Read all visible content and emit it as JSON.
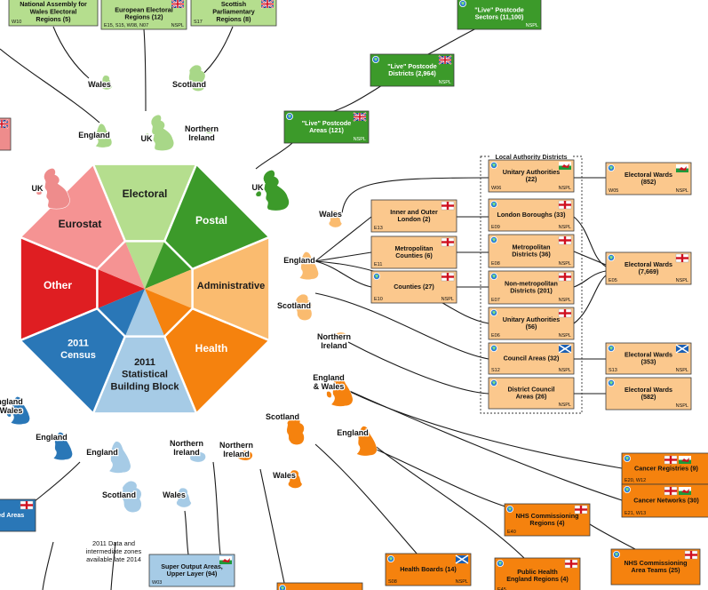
{
  "octagon": {
    "segments": [
      {
        "key": "electoral",
        "label": "Electoral",
        "color": "#b5de8e"
      },
      {
        "key": "postal",
        "label": "Postal",
        "color": "#3c9a2a"
      },
      {
        "key": "administrative",
        "label": "Administrative",
        "color": "#fabb6f"
      },
      {
        "key": "health",
        "label": "Health",
        "color": "#f5820e"
      },
      {
        "key": "sbb",
        "label": "2011 Statistical Building Block",
        "color": "#a6cbe6"
      },
      {
        "key": "census",
        "label": "2011 Census",
        "color": "#2a77b7"
      },
      {
        "key": "other",
        "label": "Other",
        "color": "#df1e22"
      },
      {
        "key": "eurostat",
        "label": "Eurostat",
        "color": "#f59393"
      }
    ]
  },
  "maps": [
    {
      "name": "wales-electoral",
      "label": "Wales",
      "color": "#a8d788"
    },
    {
      "name": "scotland-electoral",
      "label": "Scotland",
      "color": "#a8d788"
    },
    {
      "name": "england-electoral",
      "label": "England",
      "color": "#a8d788"
    },
    {
      "name": "uk-electoral",
      "label": "UK",
      "color": "#a8d788"
    },
    {
      "name": "ni-electoral",
      "label": "Northern Ireland",
      "color": "#a8d788"
    },
    {
      "name": "uk-eurostat",
      "label": "UK",
      "color": "#ee8c8c"
    },
    {
      "name": "uk-postal",
      "label": "UK",
      "color": "#3c9a2a"
    },
    {
      "name": "wales-admin",
      "label": "Wales",
      "color": "#fabb6f"
    },
    {
      "name": "england-admin",
      "label": "England",
      "color": "#fabb6f"
    },
    {
      "name": "scotland-admin",
      "label": "Scotland",
      "color": "#fabb6f"
    },
    {
      "name": "ni-admin",
      "label": "Northern Ireland",
      "color": "#fabb6f"
    },
    {
      "name": "england-wales-health",
      "label": "England & Wales",
      "color": "#f5820e"
    },
    {
      "name": "scotland-health",
      "label": "Scotland",
      "color": "#f5820e"
    },
    {
      "name": "england-health",
      "label": "England",
      "color": "#f5820e"
    },
    {
      "name": "ni-health",
      "label": "Northern Ireland",
      "color": "#f5820e"
    },
    {
      "name": "wales-health",
      "label": "Wales",
      "color": "#f5820e"
    },
    {
      "name": "england-census",
      "label": "England",
      "color": "#2a77b7"
    },
    {
      "name": "england-wales-census",
      "label": "England & Wales",
      "color": "#2a77b7"
    },
    {
      "name": "england-sbb",
      "label": "England",
      "color": "#a6cbe6"
    },
    {
      "name": "scotland-sbb",
      "label": "Scotland",
      "color": "#a6cbe6"
    },
    {
      "name": "ni-sbb",
      "label": "Northern Ireland",
      "color": "#a6cbe6"
    },
    {
      "name": "wales-sbb",
      "label": "Wales",
      "color": "#a6cbe6"
    }
  ],
  "boxes": [
    {
      "name": "national-assembly-wales-box",
      "title": "National Assembly for Wales Electoral Regions (5)",
      "code": "W10",
      "src": "",
      "fill": "#b5de8e",
      "flag": "",
      "globe": false
    },
    {
      "name": "european-electoral-regions-box",
      "title": "European Electoral Regions (12)",
      "code": "E15, S15, W08, N07",
      "src": "NSPL",
      "fill": "#b5de8e",
      "flag": "uk",
      "globe": false
    },
    {
      "name": "scottish-parliamentary-regions-box",
      "title": "Scottish Parliamentary Regions (8)",
      "code": "S17",
      "src": "",
      "fill": "#b5de8e",
      "flag": "uk",
      "globe": false
    },
    {
      "name": "live-postcode-sectors-box",
      "title": "\"Live\" Postcode Sectors (11,100)",
      "code": "",
      "src": "NSPL",
      "fill": "#3c9a2a",
      "flag": "",
      "globe": true
    },
    {
      "name": "live-postcode-districts-box",
      "title": "\"Live\" Postcode Districts (2,964)",
      "code": "",
      "src": "NSPL",
      "fill": "#3c9a2a",
      "flag": "uk",
      "globe": true
    },
    {
      "name": "live-postcode-areas-box",
      "title": "\"Live\" Postcode Areas (121)",
      "code": "",
      "src": "NSPL",
      "fill": "#3c9a2a",
      "flag": "uk",
      "globe": true
    },
    {
      "name": "unitary-authorities-wales-box",
      "title": "Unitary Authorities (22)",
      "code": "W06",
      "src": "NSPL",
      "fill": "#fbc88d",
      "flag": "wales",
      "globe": true
    },
    {
      "name": "inner-outer-london-box",
      "title": "Inner and Outer London (2)",
      "code": "E13",
      "src": "",
      "fill": "#fbc88d",
      "flag": "england",
      "globe": false
    },
    {
      "name": "london-boroughs-box",
      "title": "London Boroughs (33)",
      "code": "E09",
      "src": "NSPL",
      "fill": "#fbc88d",
      "flag": "england",
      "globe": true
    },
    {
      "name": "metropolitan-counties-box",
      "title": "Metropolitan Counties (6)",
      "code": "E11",
      "src": "",
      "fill": "#fbc88d",
      "flag": "england",
      "globe": false
    },
    {
      "name": "metropolitan-districts-box",
      "title": "Metropolitan Districts (36)",
      "code": "E08",
      "src": "NSPL",
      "fill": "#fbc88d",
      "flag": "england",
      "globe": true
    },
    {
      "name": "counties-box",
      "title": "Counties (27)",
      "code": "E10",
      "src": "NSPL",
      "fill": "#fbc88d",
      "flag": "england",
      "globe": true
    },
    {
      "name": "non-metropolitan-districts-box",
      "title": "Non-metropolitan Districts (201)",
      "code": "E07",
      "src": "NSPL",
      "fill": "#fbc88d",
      "flag": "england",
      "globe": true
    },
    {
      "name": "unitary-authorities-england-box",
      "title": "Unitary Authorities (56)",
      "code": "E06",
      "src": "NSPL",
      "fill": "#fbc88d",
      "flag": "england",
      "globe": true
    },
    {
      "name": "council-areas-box",
      "title": "Council Areas (32)",
      "code": "S12",
      "src": "NSPL",
      "fill": "#fbc88d",
      "flag": "scotland",
      "globe": true
    },
    {
      "name": "district-council-areas-box",
      "title": "District Council Areas (26)",
      "code": "",
      "src": "NSPL",
      "fill": "#fbc88d",
      "flag": "",
      "globe": true
    },
    {
      "name": "electoral-wards-852-box",
      "title": "Electoral Wards (852)",
      "code": "W05",
      "src": "NSPL",
      "fill": "#fbc88d",
      "flag": "wales",
      "globe": true
    },
    {
      "name": "electoral-wards-7669-box",
      "title": "Electoral Wards (7,669)",
      "code": "E05",
      "src": "NSPL",
      "fill": "#fbc88d",
      "flag": "england",
      "globe": true
    },
    {
      "name": "electoral-wards-353-box",
      "title": "Electoral Wards (353)",
      "code": "S13",
      "src": "NSPL",
      "fill": "#fbc88d",
      "flag": "scotland",
      "globe": true
    },
    {
      "name": "electoral-wards-582-box",
      "title": "Electoral Wards (582)",
      "code": "",
      "src": "NSPL",
      "fill": "#fbc88d",
      "flag": "",
      "globe": true
    },
    {
      "name": "cancer-registries-box",
      "title": "Cancer Registries (9)",
      "code": "E20, W12",
      "src": "",
      "fill": "#f5820e",
      "flag": "ew",
      "globe": true
    },
    {
      "name": "cancer-networks-box",
      "title": "Cancer Networks (30)",
      "code": "E21, W13",
      "src": "",
      "fill": "#f5820e",
      "flag": "ew",
      "globe": true
    },
    {
      "name": "nhs-commissioning-regions-box",
      "title": "NHS Commissioning Regions (4)",
      "code": "E40",
      "src": "",
      "fill": "#f5820e",
      "flag": "england",
      "globe": true
    },
    {
      "name": "nhs-commissioning-area-teams-box",
      "title": "NHS Commissioning Area Teams (25)",
      "code": "",
      "src": "",
      "fill": "#f5820e",
      "flag": "england",
      "globe": true
    },
    {
      "name": "health-boards-box",
      "title": "Health Boards (14)",
      "code": "S08",
      "src": "NSPL",
      "fill": "#f5820e",
      "flag": "scotland",
      "globe": true
    },
    {
      "name": "public-health-england-regions-box",
      "title": "Public Health England Regions (4)",
      "code": "E45",
      "src": "",
      "fill": "#f5820e",
      "flag": "england",
      "globe": true
    },
    {
      "name": "super-output-areas-upper-box",
      "title": "Super Output Areas, Upper Layer (94)",
      "code": "W03",
      "src": "",
      "fill": "#a6cbe6",
      "flag": "wales",
      "globe": false
    },
    {
      "name": "census-merged-areas-box",
      "title": "hed Areas",
      "code": "",
      "src": "",
      "fill": "#2a77b7",
      "flag": "england",
      "globe": false
    },
    {
      "name": "eurostat-partial-box",
      "title": "",
      "code": "",
      "src": "",
      "fill": "#ee8c8c",
      "flag": "uk",
      "globe": false
    },
    {
      "name": "bottom-partial-box",
      "title": "",
      "code": "",
      "src": "",
      "fill": "#f5820e",
      "flag": "",
      "globe": true
    }
  ],
  "lad_group": {
    "title": "Local Authority Districts"
  },
  "notes": {
    "sbb_2011": "2011 Data and intermediate zones available late 2014"
  }
}
